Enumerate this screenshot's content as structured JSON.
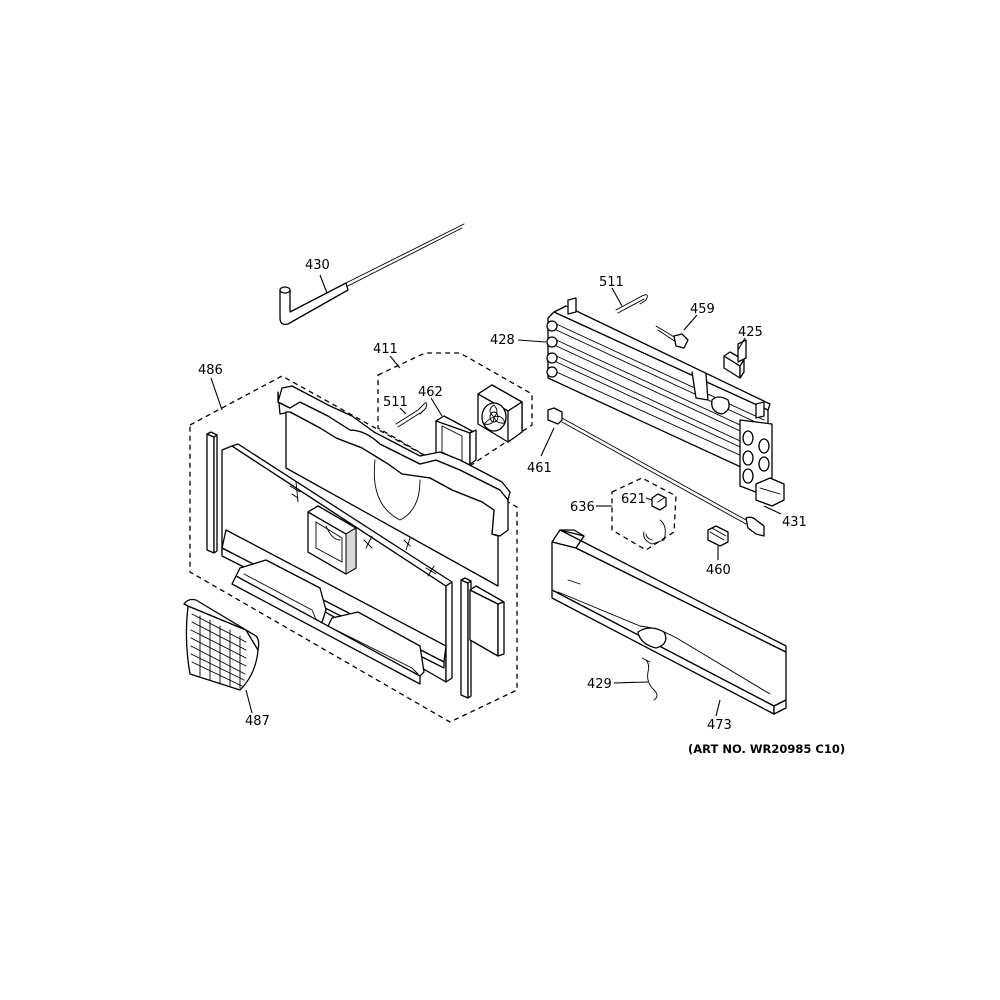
{
  "art_number": "(ART NO. WR20985 C10)",
  "callouts": [
    {
      "key": "c430",
      "text": "430"
    },
    {
      "key": "c411",
      "text": "411"
    },
    {
      "key": "c511a",
      "text": "511"
    },
    {
      "key": "c462",
      "text": "462"
    },
    {
      "key": "c486",
      "text": "486"
    },
    {
      "key": "c487",
      "text": "487"
    },
    {
      "key": "c511b",
      "text": "511"
    },
    {
      "key": "c459",
      "text": "459"
    },
    {
      "key": "c425",
      "text": "425"
    },
    {
      "key": "c428",
      "text": "428"
    },
    {
      "key": "c461",
      "text": "461"
    },
    {
      "key": "c636",
      "text": "636"
    },
    {
      "key": "c621",
      "text": "621"
    },
    {
      "key": "c431",
      "text": "431"
    },
    {
      "key": "c460",
      "text": "460"
    },
    {
      "key": "c429",
      "text": "429"
    },
    {
      "key": "c473",
      "text": "473"
    }
  ]
}
